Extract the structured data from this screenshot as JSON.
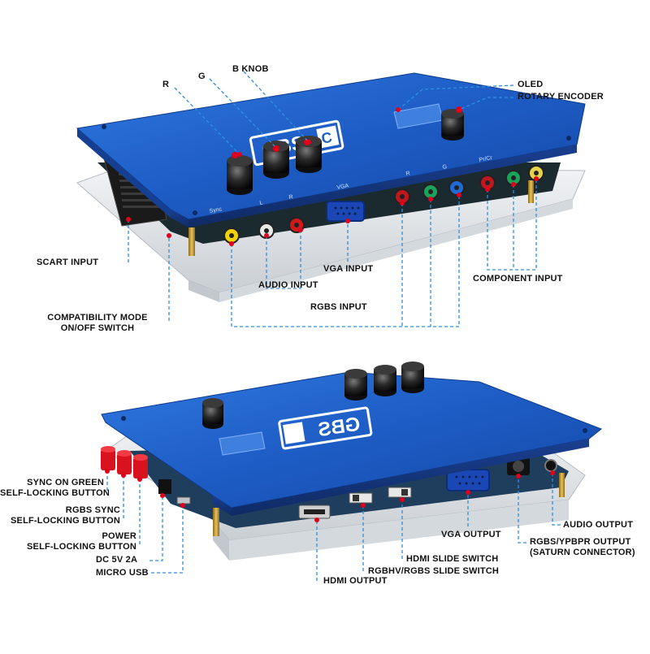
{
  "product": {
    "logo": "GBS",
    "board_color": "#1e5fc8",
    "accent": "#e2001a",
    "leader_color": "#2d8fe0"
  },
  "top_view": {
    "labels": {
      "r": "R",
      "g": "G",
      "b_knob": "B KNOB",
      "oled": "OLED",
      "rotary_encoder": "ROTARY ENCODER",
      "scart_input": "SCART INPUT",
      "audio_input": "AUDIO INPUT",
      "vga_input": "VGA INPUT",
      "component_input": "COMPONENT INPUT",
      "rgbs_input": "RGBS INPUT",
      "compat_line1": "COMPATIBILITY MODE",
      "compat_line2": "ON/OFF SWITCH"
    }
  },
  "bottom_view": {
    "labels": {
      "sog_line1": "SYNC ON GREEN",
      "sog_line2": "SELF-LOCKING BUTTON",
      "rgbs_sync_line1": "RGBS SYNC",
      "rgbs_sync_line2": "SELF-LOCKING BUTTON",
      "power_line1": "POWER",
      "power_line2": "SELF-LOCKING BUTTON",
      "dc": "DC  5V 2A",
      "micro_usb": "MICRO USB",
      "hdmi_output": "HDMI OUTPUT",
      "rgbhv_switch": "RGBHV/RGBS SLIDE SWITCH",
      "hdmi_switch": "HDMI SLIDE SWITCH",
      "vga_output": "VGA OUTPUT",
      "rgbs_out_line1": "RGBS/YPBPR OUTPUT",
      "rgbs_out_line2": "(SATURN CONNECTOR)",
      "audio_output": "AUDIO OUTPUT"
    }
  }
}
